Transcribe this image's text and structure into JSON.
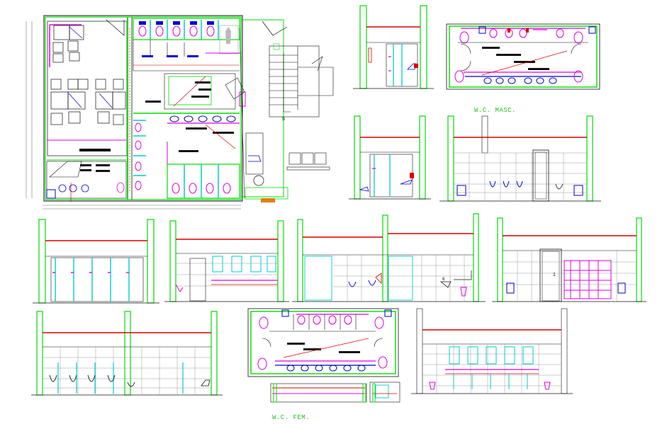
{
  "drawing": {
    "labels": {
      "wc_masc": "W.C. MASC.",
      "wc_fem": "W.C. FEM.",
      "stair_mark": "5"
    },
    "colors": {
      "wall_green": "#00dd00",
      "partition_magenta": "#e000e0",
      "fixture_blue": "#0000cc",
      "accent_red": "#dd0000",
      "glass_cyan": "#00cccc",
      "line_black": "#111111",
      "grid_gray": "#9a9a9a",
      "door_orange": "#e08000"
    }
  }
}
